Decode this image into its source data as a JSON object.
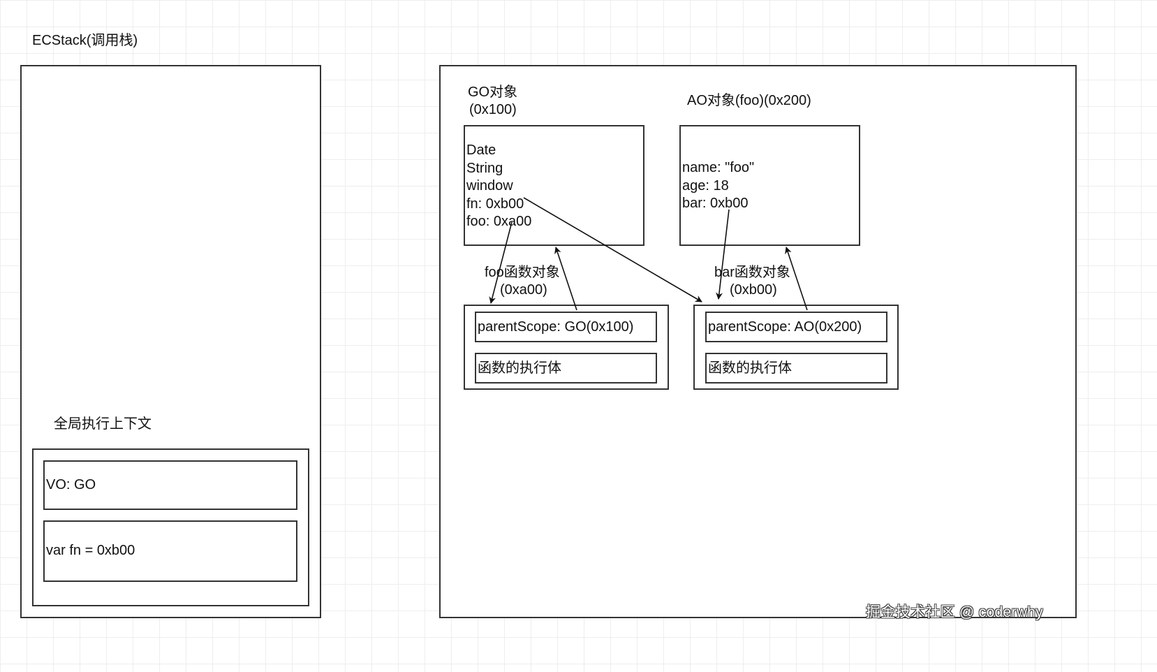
{
  "ecstack": {
    "title": "ECStack(调用栈)",
    "context_label": "全局执行上下文",
    "vo": "VO: GO",
    "code": "var fn = 0xb00"
  },
  "go": {
    "title_line1": "GO对象",
    "title_line2": "(0x100)",
    "props": [
      "Date",
      "String",
      "window",
      "fn: 0xb00",
      "foo: 0xa00"
    ]
  },
  "ao": {
    "title": "AO对象(foo)(0x200)",
    "props": [
      "name: \"foo\"",
      "age: 18",
      "bar: 0xb00"
    ]
  },
  "foo_func": {
    "title_line1": "foo函数对象",
    "title_line2": "(0xa00)",
    "scope": "parentScope: GO(0x100)",
    "body": "函数的执行体"
  },
  "bar_func": {
    "title_line1": "bar函数对象",
    "title_line2": "(0xb00)",
    "scope": "parentScope: AO(0x200)",
    "body": "函数的执行体"
  },
  "watermark": "掘金技术社区 @ coderwhy"
}
